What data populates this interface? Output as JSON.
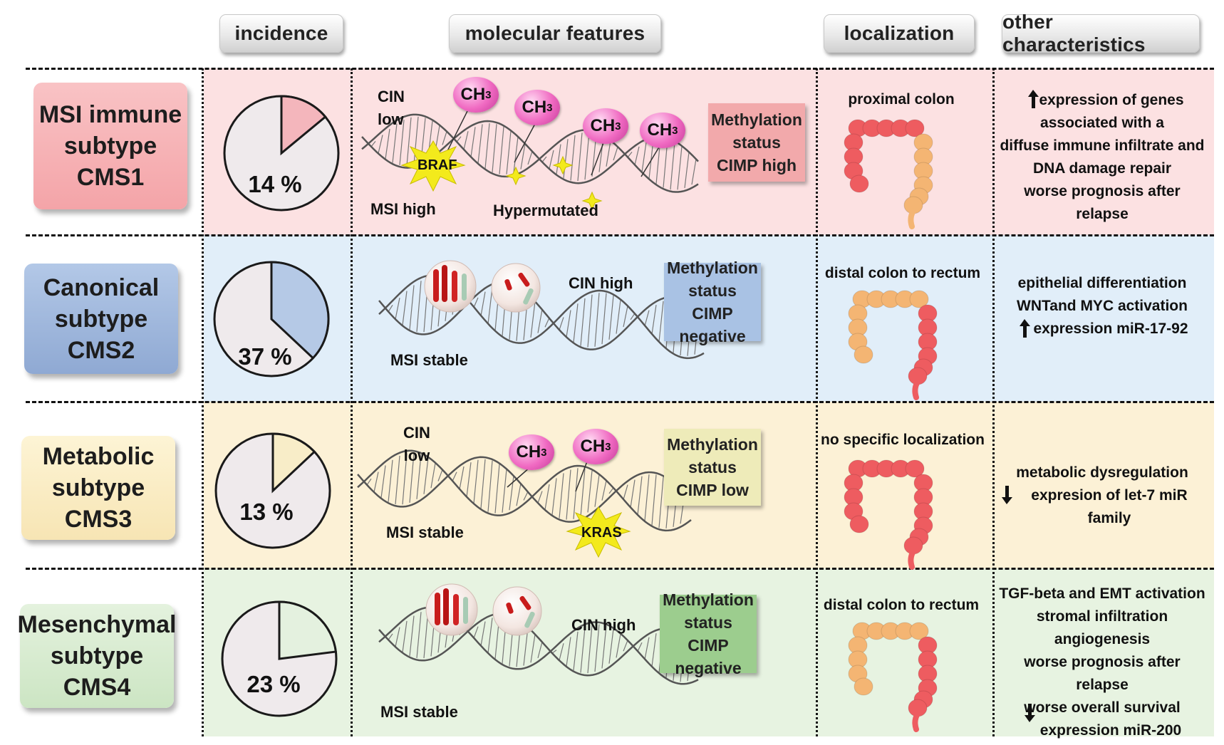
{
  "headers": {
    "incidence": "incidence",
    "molecular": "molecular features",
    "localization": "localization",
    "other": "other characteristics"
  },
  "rows": [
    {
      "subtype": [
        "MSI immune",
        "subtype",
        "CMS1"
      ],
      "color": "#f7b6b9",
      "bg": "#fce1e2",
      "incidence_pct": 14,
      "incidence_label": "14 %",
      "pie_color": "#f4b6bc",
      "cin": [
        "CIN",
        "low"
      ],
      "msi": "MSI high",
      "extra": "Hypermutated",
      "mutation": "BRAF",
      "ch3": [
        "CH",
        "3"
      ],
      "methylation": [
        "Methylation",
        "status",
        "CIMP high"
      ],
      "meth_color": "#f1a8ab",
      "localization": "proximal colon",
      "other": [
        "expression of genes",
        "associated with a",
        "diffuse immune infiltrate  and",
        "DNA damage repair",
        "worse prognosis after relapse"
      ]
    },
    {
      "subtype": [
        "Canonical",
        "subtype",
        "CMS2"
      ],
      "color": "#9cb6dd",
      "bg": "#e1eef9",
      "incidence_pct": 37,
      "incidence_label": "37 %",
      "pie_color": "#b5c9e6",
      "cin": [
        "CIN high"
      ],
      "msi": "MSI stable",
      "methylation": [
        "Methylation",
        "status",
        "CIMP negative"
      ],
      "meth_color": "#a9c2e4",
      "localization": "distal colon to rectum",
      "other": [
        "epithelial differentiation",
        "WNTand MYC activation",
        "expression miR-17-92"
      ]
    },
    {
      "subtype": [
        "Metabolic",
        "subtype",
        "CMS3"
      ],
      "color": "#fbeec3",
      "bg": "#fcf1d6",
      "incidence_pct": 13,
      "incidence_label": "13 %",
      "pie_color": "#f8edc8",
      "cin": [
        "CIN",
        "low"
      ],
      "msi": "MSI stable",
      "mutation": "KRAS",
      "ch3": [
        "CH",
        "3"
      ],
      "methylation": [
        "Methylation",
        "status",
        "CIMP low"
      ],
      "meth_color": "#eeeab8",
      "localization": "no specific localization",
      "other": [
        "metabolic dysregulation",
        "expresion of let-7 miR family"
      ]
    },
    {
      "subtype": [
        "Mesenchymal",
        "subtype",
        "CMS4"
      ],
      "color": "#d7ecd0",
      "bg": "#e7f3e1",
      "incidence_pct": 23,
      "incidence_label": "23 %",
      "pie_color": "#e4f1df",
      "cin": [
        "CIN high"
      ],
      "msi": "MSI stable",
      "methylation": [
        "Methylation",
        "status",
        "CIMP negative"
      ],
      "meth_color": "#9ccd8e",
      "localization": "distal colon to rectum",
      "other": [
        "TGF-beta and EMT activation",
        "stromal infiltration",
        "angiogenesis",
        "worse prognosis after relapse",
        "worse overall survival",
        "expression miR-200"
      ]
    }
  ]
}
